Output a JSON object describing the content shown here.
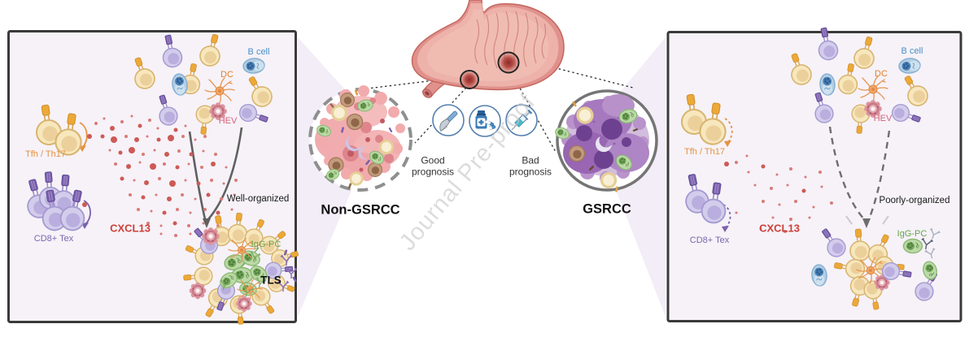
{
  "watermark": "Journal Pre-proof",
  "left_panel": {
    "b_cell": "B cell",
    "dc": "DC",
    "hev": "HEV",
    "tfh": "Tfh / Th17",
    "cd8": "CD8+ Tex",
    "cxcl13": "CXCL13",
    "organization": "Well-organized",
    "igg_pc": "IgG-PC",
    "tls": "TLS"
  },
  "center": {
    "left_tumor": "Non-GSRCC",
    "right_tumor": "GSRCC",
    "left_prognosis": "Good prognosis",
    "right_prognosis": "Bad prognosis",
    "treatment_icons": [
      "scalpel-icon",
      "medication-icon",
      "syringe-icon"
    ]
  },
  "right_panel": {
    "b_cell": "B cell",
    "dc": "DC",
    "hev": "HEV",
    "tfh": "Tfh / Th17",
    "cd8": "CD8+ Tex",
    "cxcl13": "CXCL13",
    "organization": "Poorly-organized",
    "igg_pc": "IgG-PC"
  },
  "colors": {
    "cxcl13_red": "#cc4039",
    "tfh_orange": "#e89140",
    "cd8_purple": "#7b66ae",
    "b_cell_blue": "#4a8fc7",
    "igg_green": "#67a24e",
    "hev_pink": "#d6607a",
    "dc_orange": "#e0812f",
    "panel_bg": "#f6f2f8",
    "gsrcc_purple": "#9a6cb4",
    "tumor_pink": "#f0a5a8"
  }
}
